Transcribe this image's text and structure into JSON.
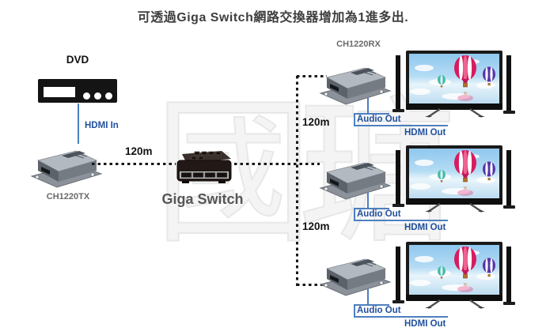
{
  "title": "可透過Giga Switch網路交換器增加為1進多出.",
  "watermark": "國瑭",
  "source": {
    "label": "DVD",
    "port": "HDMI In"
  },
  "tx": {
    "label": "CH1220TX"
  },
  "gswitch": {
    "label": "Giga Switch"
  },
  "distances": {
    "tx_to_switch": "120m",
    "branch_top": "120m",
    "branch_bottom": "120m"
  },
  "outputs": [
    {
      "label": "CH1220RX",
      "audio": "Audio Out",
      "hdmi": "HDMI Out"
    },
    {
      "audio": "Audio Out",
      "hdmi": "HDMI Out"
    },
    {
      "audio": "Audio Out",
      "hdmi": "HDMI Out"
    }
  ],
  "colors": {
    "label_blue": "#21509e",
    "line_blue": "#4d7fc0",
    "dash_black": "#181818",
    "device_gray": "#9aa0a8"
  }
}
